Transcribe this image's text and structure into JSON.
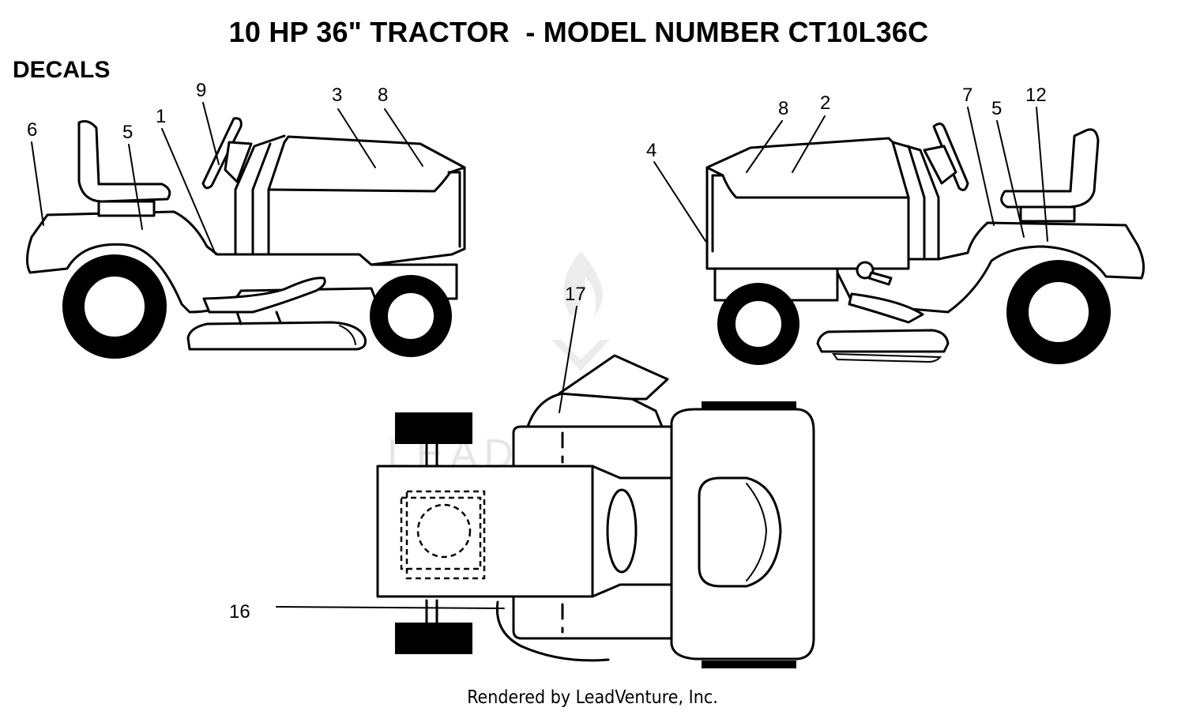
{
  "title": "10 HP 36\" TRACTOR  - MODEL NUMBER CT10L36C",
  "section_label": "DECALS",
  "footer": "Rendered by LeadVenture, Inc.",
  "watermark": "LEADVENTURE",
  "callouts": {
    "left_view": [
      "6",
      "5",
      "1",
      "9",
      "3",
      "8"
    ],
    "right_view": [
      "4",
      "8",
      "2",
      "7",
      "5",
      "12"
    ],
    "top_view": [
      "17",
      "16"
    ]
  }
}
